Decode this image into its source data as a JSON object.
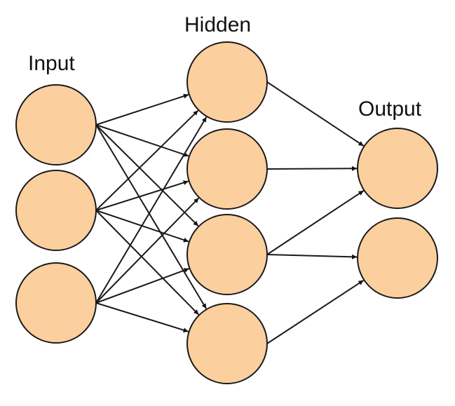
{
  "layers": [
    {
      "label": "Input",
      "count": 3
    },
    {
      "label": "Hidden",
      "count": 4
    },
    {
      "label": "Output",
      "count": 2
    }
  ],
  "connections": {
    "input_to_hidden": "all",
    "hidden_to_output": [
      [
        0,
        0
      ],
      [
        1,
        0
      ],
      [
        2,
        0
      ],
      [
        2,
        1
      ],
      [
        3,
        1
      ]
    ]
  },
  "colors": {
    "node_fill": "#FCCF9E",
    "stroke": "#1a1a1a",
    "background": "#ffffff"
  }
}
